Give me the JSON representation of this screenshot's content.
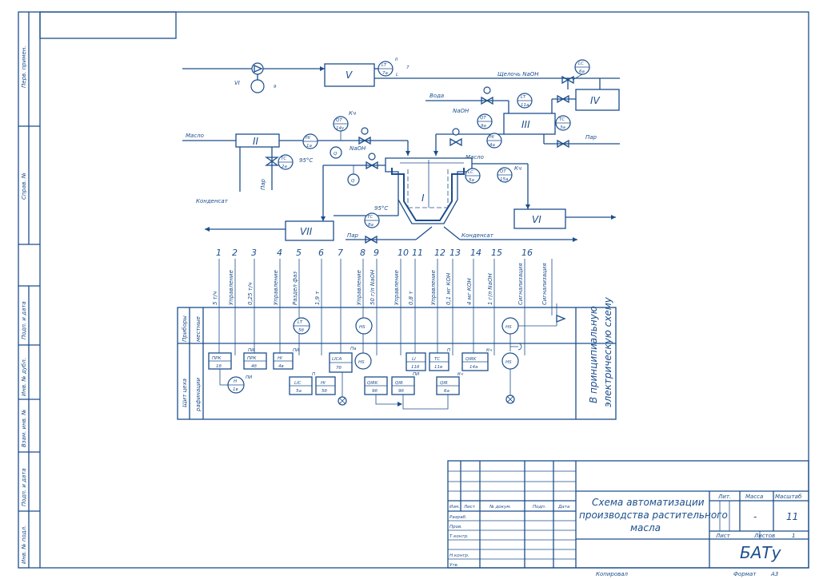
{
  "stamp": {
    "title_lines": [
      "Схема автоматизации",
      "производства растительного",
      "масла"
    ],
    "org": "БАТу",
    "lit_header": "Лит.",
    "mass_header": "Масса",
    "scale_header": "Масштаб",
    "mass_value": "-",
    "scale_value": "11",
    "sheet_label": "Лист",
    "sheets_label": "Листов",
    "sheets_value": "1",
    "col_headers": [
      "Изм.",
      "Лист",
      "№ докум.",
      "Подп.",
      "Дата"
    ],
    "roles": [
      "Разраб.",
      "Пров.",
      "Т.контр.",
      "",
      "Н.контр.",
      "Утв."
    ],
    "copied": "Копировал",
    "format": "Формат",
    "format_value": "A3"
  },
  "side_labels": [
    "Перв. примен.",
    "Справ. №",
    "Подп. и дата",
    "Инв. № дубл.",
    "Взам. инв. №",
    "Подп. и дата",
    "Инв. № подл."
  ],
  "equipment": {
    "I": "I",
    "II": "II",
    "III": "III",
    "IV": "IV",
    "V": "V",
    "VI_box": "VI",
    "VI_pump": "VI",
    "VII": "VII"
  },
  "streams": {
    "oil_in": "Масло",
    "caustic": "Щелочь NaOH",
    "water": "Вода",
    "naoh": "NaOH",
    "naoh2": "NaOH",
    "oil2": "Масло",
    "steam1": "Пар",
    "steam2": "Пар",
    "steam3": "Пар",
    "condensate1": "Конденсат",
    "condensate2": "Конденсат",
    "temp1": "95°C",
    "temp2": "95°C",
    "kch1": "Кч",
    "kch2": "Кч",
    "kch3": "Кч",
    "II_mark": "II",
    "L_mark": "L",
    "seven": "7"
  },
  "instruments": {
    "HI1": {
      "tag": "HI",
      "num": "1а"
    },
    "TC2": {
      "tag": "TC",
      "num": "2а"
    },
    "QT14": {
      "tag": "QT",
      "num": "14у"
    },
    "LT7": {
      "tag": "LT",
      "num": "7а"
    },
    "LC6": {
      "tag": "LC",
      "num": "6а"
    },
    "LT11": {
      "tag": "LT",
      "num": "11а"
    },
    "QT9": {
      "tag": "QT",
      "num": "9а"
    },
    "TC3": {
      "tag": "TC",
      "num": "3а"
    },
    "HI4": {
      "tag": "HI",
      "num": "4а"
    },
    "LC5": {
      "tag": "LC",
      "num": "5а"
    },
    "QT15": {
      "tag": "QT",
      "num": "15а"
    },
    "TC8": {
      "tag": "TC",
      "num": "8а"
    },
    "Q1": {
      "tag": "Q",
      "num": ""
    },
    "Q2": {
      "tag": "Q",
      "num": ""
    }
  },
  "panel": {
    "row1_label": [
      "Приборы",
      "местные"
    ],
    "row2_label": [
      "Щит цеха",
      "рафинации"
    ],
    "right_note": [
      "В принципиальную",
      "электрическую схему"
    ],
    "local": {
      "LT5": {
        "tag": "LT",
        "num": "5б"
      },
      "HS9": {
        "tag": "HS",
        "num": ""
      },
      "HS16": {
        "tag": "HS",
        "num": ""
      }
    },
    "shield": {
      "FRK1": {
        "tag": "ПРК",
        "num": "1б"
      },
      "FRK3": {
        "tag": "ПРК",
        "num": "4б"
      },
      "HI4": {
        "tag": "HI",
        "num": "4в"
      },
      "H1": {
        "tag": "H",
        "num": "1в"
      },
      "LIC5": {
        "tag": "LIC",
        "num": "5а"
      },
      "HI6": {
        "tag": "HI",
        "num": "5б"
      },
      "LICA7": {
        "tag": "LICA",
        "num": "7б"
      },
      "HS8": {
        "tag": "HS",
        "num": ""
      },
      "QIRK9": {
        "tag": "QIRK",
        "num": "9б"
      },
      "QIR10": {
        "tag": "QIR",
        "num": "9б"
      },
      "LI11": {
        "tag": "LI",
        "num": "11б"
      },
      "TC12": {
        "tag": "TC",
        "num": "11в"
      },
      "QIR13": {
        "tag": "QIR",
        "num": "6а"
      },
      "QIRK14": {
        "tag": "QIRK",
        "num": "14а"
      },
      "HS15": {
        "tag": "HS",
        "num": ""
      }
    },
    "marks": {
      "PI1": "ПИ",
      "PI2": "ПИ",
      "PI3": "ПИ",
      "PI4": "ПИ",
      "P1": "П",
      "P2": "П",
      "Pa": "Па",
      "Kch": "Кч",
      "Kch2": "Кч"
    }
  },
  "columns": {
    "numbers": [
      "1",
      "2",
      "3",
      "4",
      "5",
      "6",
      "7",
      "8",
      "9",
      "10",
      "11",
      "12",
      "13",
      "14",
      "15",
      "16"
    ],
    "descriptions": [
      "5 т/ч",
      "Управление",
      "0,25 т/ч",
      "Управление",
      "Раздел фаз",
      "1,9 т",
      "",
      "Управление",
      "50 г/л NaOH",
      "Управление",
      "0,8 т",
      "Управление",
      "0,1 мг КОН",
      "4 мг КОН",
      "1 г/л NaOH",
      "Сигнализация"
    ],
    "desc16b": "Сигнализация"
  },
  "colors": {
    "line": "#1c4e8c"
  }
}
